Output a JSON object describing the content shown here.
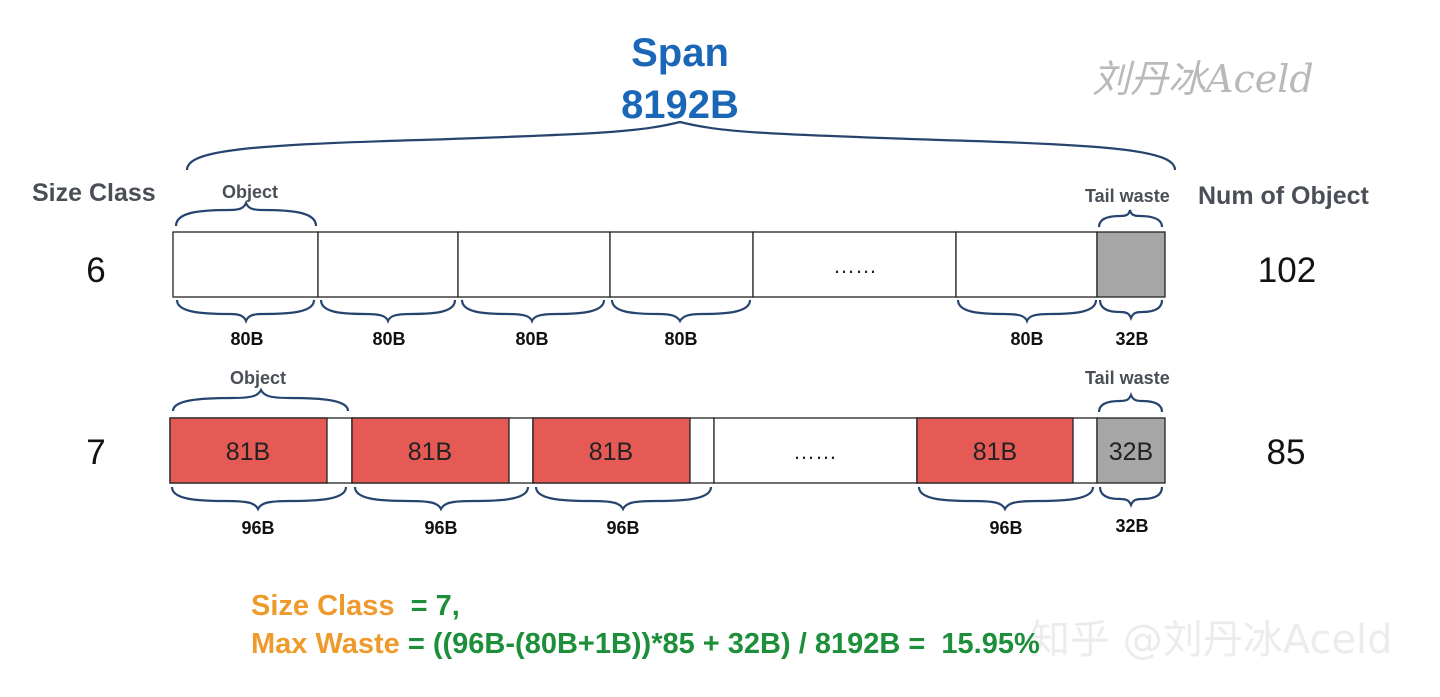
{
  "title": {
    "line1": "Span",
    "line2": "8192B"
  },
  "watermark": {
    "top_right": "刘丹冰Aceld",
    "bottom_right": "知乎 @刘丹冰Aceld"
  },
  "headers": {
    "size_class": "Size Class",
    "num_objects": "Num of Object"
  },
  "row1": {
    "size_class": "6",
    "num_objects": "102",
    "object_label": "Object",
    "tail_label": "Tail waste",
    "dots": "……",
    "sizes": [
      "80B",
      "80B",
      "80B",
      "80B",
      "80B"
    ],
    "tail_size": "32B"
  },
  "row2": {
    "size_class": "7",
    "num_objects": "85",
    "object_label": "Object",
    "tail_label": "Tail waste",
    "dots": "……",
    "cells": [
      "81B",
      "81B",
      "81B",
      "81B"
    ],
    "tail_cell": "32B",
    "sizes": [
      "96B",
      "96B",
      "96B",
      "96B"
    ],
    "tail_size": "32B"
  },
  "formula": {
    "line1_label": "Size Class",
    "line1_value": "  = 7,",
    "line2_label": "Max Waste",
    "line2_value": " = ((96B-(80B+1B))*85 + 32B) / 8192B =  15.95%"
  },
  "colors": {
    "title": "#1a67b8",
    "object_fill": "#e65a56",
    "tail_fill": "#a6a6a6",
    "formula_label": "#ee9a2c",
    "formula_value": "#1d8f3a",
    "brace": "#27446e"
  }
}
